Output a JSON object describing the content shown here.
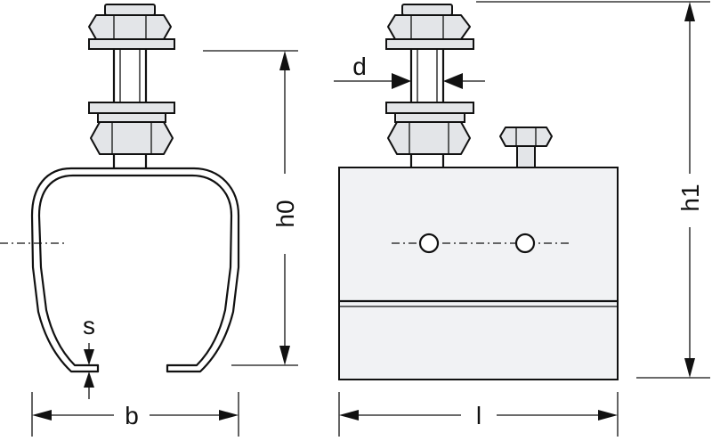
{
  "dimensions": {
    "d": "d",
    "s": "s",
    "h0": "h0",
    "h1": "h1",
    "b": "b",
    "l": "l"
  }
}
